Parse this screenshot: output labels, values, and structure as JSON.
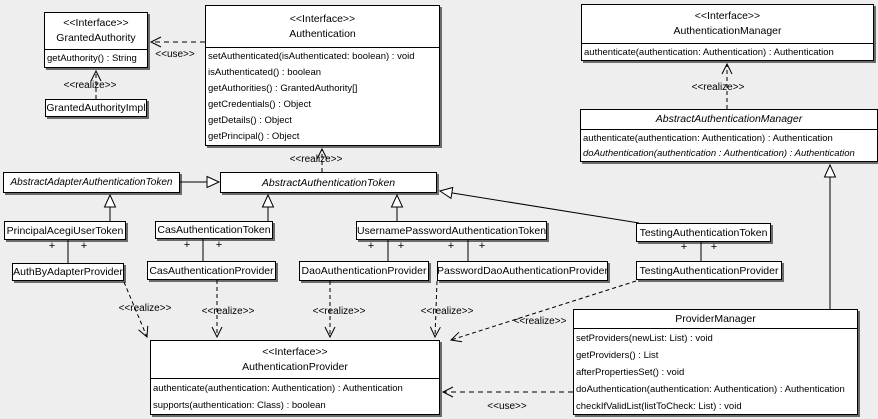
{
  "labels": {
    "interface_stereotype": "<<Interface>>",
    "realize": "<<realize>>",
    "use": "<<use>>",
    "plus": "+"
  },
  "colors": {
    "background": "#eeeeee",
    "box_fill": "#ffffff",
    "box_border": "#000000",
    "line": "#000000"
  },
  "nodes": {
    "granted_authority": {
      "stereotype": "<<Interface>>",
      "name": "GrantedAuthority",
      "methods": [
        "getAuthority() : String"
      ]
    },
    "granted_authority_impl": {
      "name": "GrantedAuthorityImpl"
    },
    "authentication": {
      "stereotype": "<<Interface>>",
      "name": "Authentication",
      "methods": [
        "setAuthenticated(isAuthenticated: boolean) : void",
        "isAuthenticated() : boolean",
        "getAuthorities() : GrantedAuthority[]",
        "getCredentials() : Object",
        "getDetails() : Object",
        "getPrincipal() : Object"
      ]
    },
    "authentication_manager": {
      "stereotype": "<<Interface>>",
      "name": "AuthenticationManager",
      "methods": [
        "authenticate(authentication: Authentication) : Authentication"
      ]
    },
    "abstract_authentication_manager": {
      "name": "AbstractAuthenticationManager",
      "methods": [
        "authenticate(authentication: Authentication) : Authentication",
        "doAuthentication(authentication : Authentication) : Authentication"
      ]
    },
    "abstract_adapter_authentication_token": {
      "name": "AbstractAdapterAuthenticationToken"
    },
    "abstract_authentication_token": {
      "name": "AbstractAuthenticationToken"
    },
    "principal_acegi_user_token": {
      "name": "PrincipalAcegiUserToken"
    },
    "auth_by_adapter_provider": {
      "name": "AuthByAdapterProvider"
    },
    "cas_authentication_token": {
      "name": "CasAuthenticationToken"
    },
    "cas_authentication_provider": {
      "name": "CasAuthenticationProvider"
    },
    "username_password_authentication_token": {
      "name": "UsernamePasswordAuthenticationToken"
    },
    "dao_authentication_provider": {
      "name": "DaoAuthenticationProvider"
    },
    "password_dao_authentication_provider": {
      "name": "PasswordDaoAuthenticationProvider"
    },
    "testing_authentication_token": {
      "name": "TestingAuthenticationToken"
    },
    "testing_authentication_provider": {
      "name": "TestingAuthenticationProvider"
    },
    "authentication_provider": {
      "stereotype": "<<Interface>>",
      "name": "AuthenticationProvider",
      "methods": [
        "authenticate(authentication: Authentication) : Authentication",
        "supports(authentication: Class) : boolean"
      ]
    },
    "provider_manager": {
      "name": "ProviderManager",
      "methods": [
        "setProviders(newList: List) : void",
        "getProviders() : List",
        "afterPropertiesSet() : void",
        "doAuthentication(authentication: Authentication) : Authentication",
        "checkIfValidList(listToCheck: List) : void"
      ]
    }
  }
}
